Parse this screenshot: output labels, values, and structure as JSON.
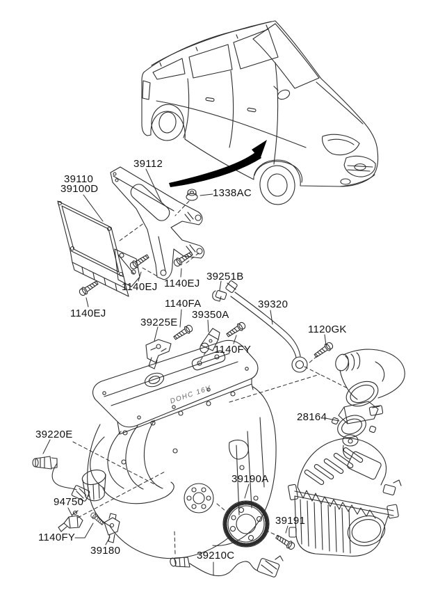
{
  "diagram": {
    "background": "#ffffff",
    "line_color": "#2b2b2b",
    "label_color": "#111111",
    "arrow_color": "#000000",
    "valve_cover_marking": "DOHC 16V"
  },
  "labels": [
    {
      "id": "39112",
      "text": "39112"
    },
    {
      "id": "39110",
      "text": "39110"
    },
    {
      "id": "39100D",
      "text": "39100D"
    },
    {
      "id": "1338AC",
      "text": "1338AC"
    },
    {
      "id": "1140EJ-bracket-left",
      "text": "1140EJ"
    },
    {
      "id": "1140EJ-bracket-right",
      "text": "1140EJ"
    },
    {
      "id": "1140EJ-ecu",
      "text": "1140EJ"
    },
    {
      "id": "39251B",
      "text": "39251B"
    },
    {
      "id": "39320",
      "text": "39320"
    },
    {
      "id": "1140FA",
      "text": "1140FA"
    },
    {
      "id": "39350A",
      "text": "39350A"
    },
    {
      "id": "39225E",
      "text": "39225E"
    },
    {
      "id": "1120GK",
      "text": "1120GK"
    },
    {
      "id": "1140FY-upper",
      "text": "1140FY"
    },
    {
      "id": "39220E",
      "text": "39220E"
    },
    {
      "id": "28164",
      "text": "28164"
    },
    {
      "id": "39190A",
      "text": "39190A"
    },
    {
      "id": "94750",
      "text": "94750"
    },
    {
      "id": "1140FY-lower",
      "text": "1140FY"
    },
    {
      "id": "39180",
      "text": "39180"
    },
    {
      "id": "39191",
      "text": "39191"
    },
    {
      "id": "39210C",
      "text": "39210C"
    }
  ]
}
